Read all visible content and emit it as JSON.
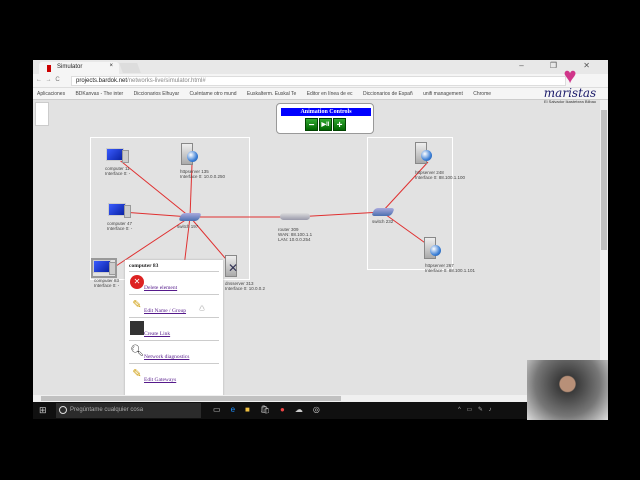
{
  "browser": {
    "tab_title": "Simulator",
    "tab_close": "×",
    "window_controls": "– ❐ ✕",
    "nav": "← → C",
    "url_host": "projects.bardok.net",
    "url_path": "/networks-live/simulator.html#",
    "bookmarks": [
      "Aplicaciones",
      "BDKanvas - The inter",
      "Diccionarios Elhuyar",
      "Cuéntame otro mund",
      "Euskalterm. Euskal Te",
      "Editor en línea de ec",
      "Diccionarios de Españ",
      "unifi management",
      "Chrome"
    ]
  },
  "logo": {
    "name": "maristas",
    "subtitle": "El Salvador Ikastetxea Bilbao"
  },
  "animation": {
    "title": "Animation Controls",
    "buttons": [
      "−",
      "▶II",
      "+"
    ]
  },
  "nodes": {
    "computer11": {
      "name": "computer 11",
      "iface": "Interface 0: -"
    },
    "computer47": {
      "name": "computer 47",
      "iface": "Interface 0: -"
    },
    "computer83": {
      "name": "computer 83",
      "iface": "Interface 0: -"
    },
    "httpserver135": {
      "name": "httpserver 135",
      "iface": "Interface 0: 10.0.0.250"
    },
    "switch197": {
      "name": "switch 197"
    },
    "dnsserver313": {
      "name": "dnsserver 313",
      "iface": "Interface 0: 10.0.0.2"
    },
    "router309": {
      "name": "router 309",
      "wan": "WAN: 88.100.1.1",
      "lan": "LAN: 10.0.0.254"
    },
    "switch232": {
      "name": "switch 232"
    },
    "httpserver248": {
      "name": "httpserver 248",
      "iface": "Interface 0: 88.100.1.100"
    },
    "httpserver267": {
      "name": "httpserver 267",
      "iface": "Interface 0: 88.100.1.101"
    }
  },
  "context_menu": {
    "title": "computer 83",
    "items": [
      {
        "label": "Delete element",
        "icon": "delete-icon"
      },
      {
        "label": "Edit Name / Group",
        "icon": "pencil-icon"
      },
      {
        "label": "Create Link",
        "icon": "link-icon"
      },
      {
        "label": "Network diagnostics",
        "icon": "magnifier-icon"
      },
      {
        "label": "Edit Gateways",
        "icon": "pencil-icon"
      }
    ]
  },
  "taskbar": {
    "search_placeholder": "Pregúntame cualquier cosa"
  },
  "colors": {
    "link": "#e03030",
    "anim_title_bg": "#0000ff",
    "canvas_bg": "#e2e2e2"
  }
}
